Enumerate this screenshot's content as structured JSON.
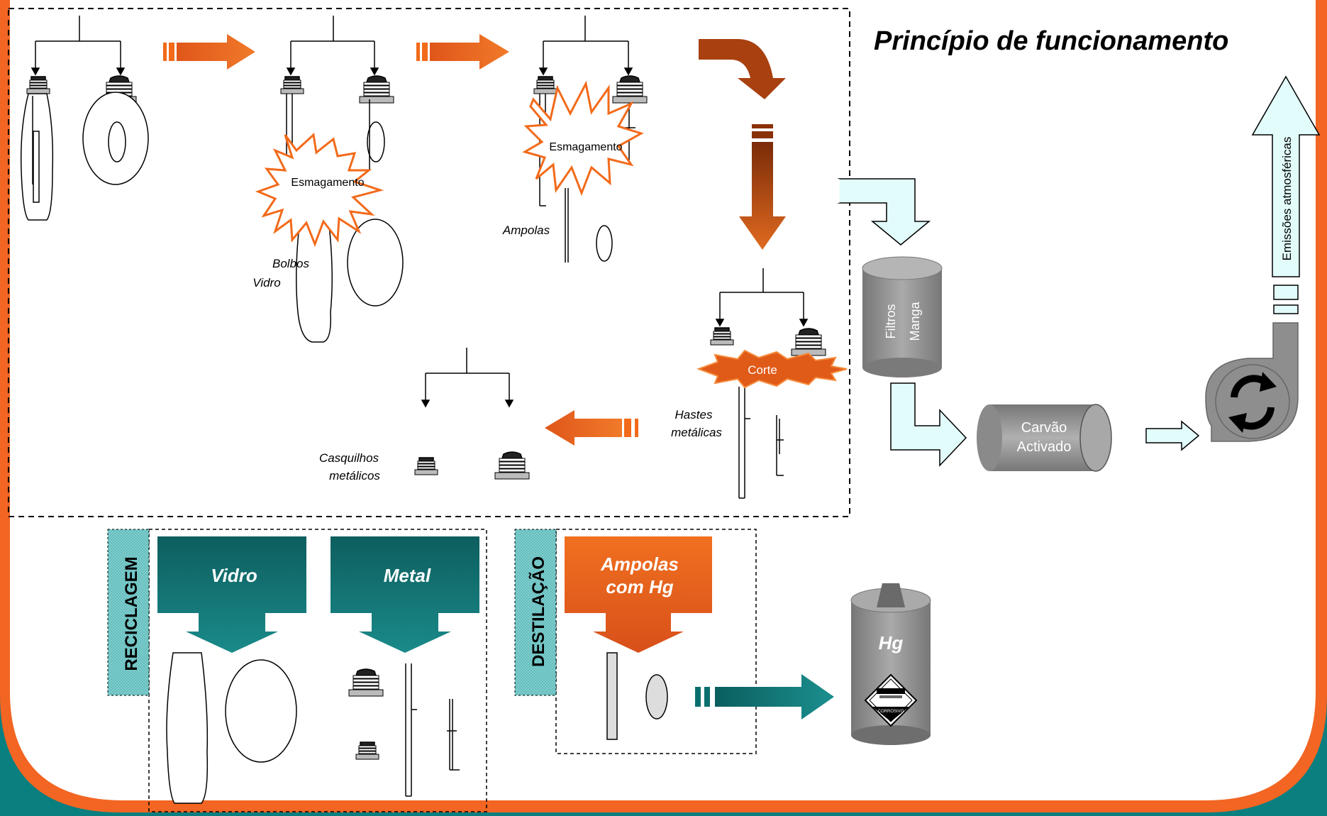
{
  "title": "Princípio de funcionamento",
  "labels": {
    "esmagamento_1": "Esmagamento",
    "esmagamento_2": "Esmagamento",
    "ampolas": "Ampolas",
    "bolbos_1": "Bolbos",
    "bolbos_2": "Vidro",
    "corte": "Corte",
    "hastes_1": "Hastes",
    "hastes_2": "metálicas",
    "casquilhos_1": "Casquilhos",
    "casquilhos_2": "metálicos",
    "filtros_1": "Filtros",
    "filtros_2": "Manga",
    "carvao_1": "Carvão",
    "carvao_2": "Activado",
    "emissoes": "Emissões atmosféricas",
    "reciclagem": "RECICLAGEM",
    "vidro": "Vidro",
    "metal": "Metal",
    "destilacao": "DESTILAÇÃO",
    "ampolas_hg_1": "Ampolas",
    "ampolas_hg_2": "com Hg",
    "hg": "Hg",
    "corrosivo": "CORROSIVO"
  },
  "colors": {
    "background_teal": "#0a7f80",
    "frame_orange": "#f26522",
    "arrow_orange": "#f26a1a",
    "arrow_brown": "#a8400f",
    "teal_box": "#0b6e6e",
    "light_blue": "#e2fbfb",
    "gray": "#8c8c8c"
  }
}
